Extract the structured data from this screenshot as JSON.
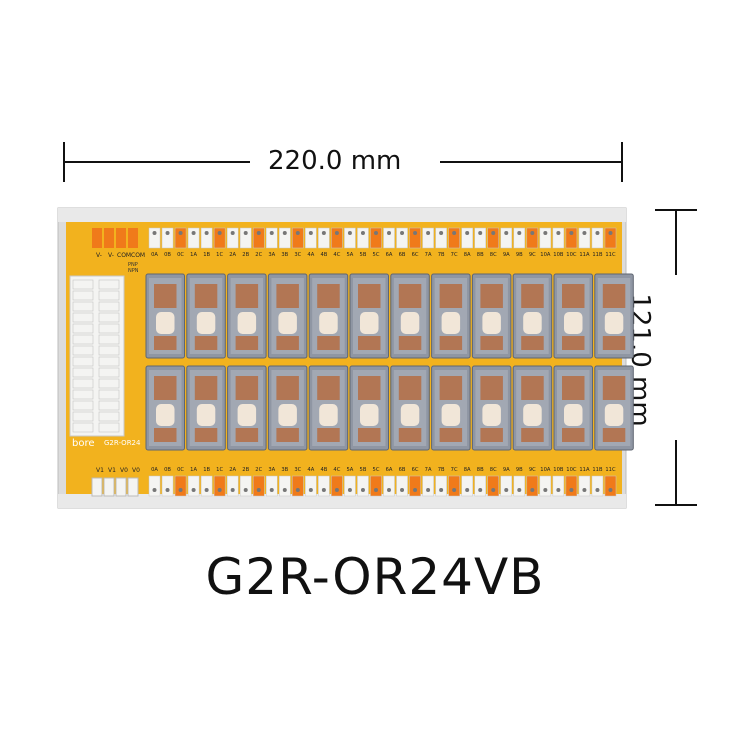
{
  "dimensions": {
    "width": "220.0 mm",
    "height": "121.0 mm"
  },
  "product": {
    "model": "G2R-OR24VB",
    "brand": "bore",
    "board_code": "G2R-OR24",
    "pnp_label": "PNP",
    "npn_label": "NPN"
  },
  "terminals": {
    "top_power": [
      "V-",
      "V-",
      "COM",
      "COM"
    ],
    "top_row": [
      "0A",
      "0B",
      "0C",
      "1A",
      "1B",
      "1C",
      "2A",
      "2B",
      "2C",
      "3A",
      "3B",
      "3C",
      "4A",
      "4B",
      "4C",
      "5A",
      "5B",
      "5C",
      "6A",
      "6B",
      "6C",
      "7A",
      "7B",
      "7C",
      "8A",
      "8B",
      "8C",
      "9A",
      "9B",
      "9C",
      "10A",
      "10B",
      "10C",
      "11A",
      "11B",
      "11C"
    ],
    "bottom_power": [
      "V1",
      "V1",
      "V0",
      "V0"
    ],
    "bottom_row": [
      "0A",
      "0B",
      "0C",
      "1A",
      "1B",
      "1C",
      "2A",
      "2B",
      "2C",
      "3A",
      "3B",
      "3C",
      "4A",
      "4B",
      "4C",
      "5A",
      "5B",
      "5C",
      "6A",
      "6B",
      "6C",
      "7A",
      "7B",
      "7C",
      "8A",
      "8B",
      "8C",
      "9A",
      "9B",
      "9C",
      "10A",
      "10B",
      "10C",
      "11A",
      "11B",
      "11C"
    ]
  },
  "colors": {
    "pcb": "#f2b21e",
    "terminal_orange": "#f07a1a",
    "terminal_white": "#f4f4f2",
    "relay_case": "#8f96a3",
    "rail": "#e2e2e2"
  }
}
